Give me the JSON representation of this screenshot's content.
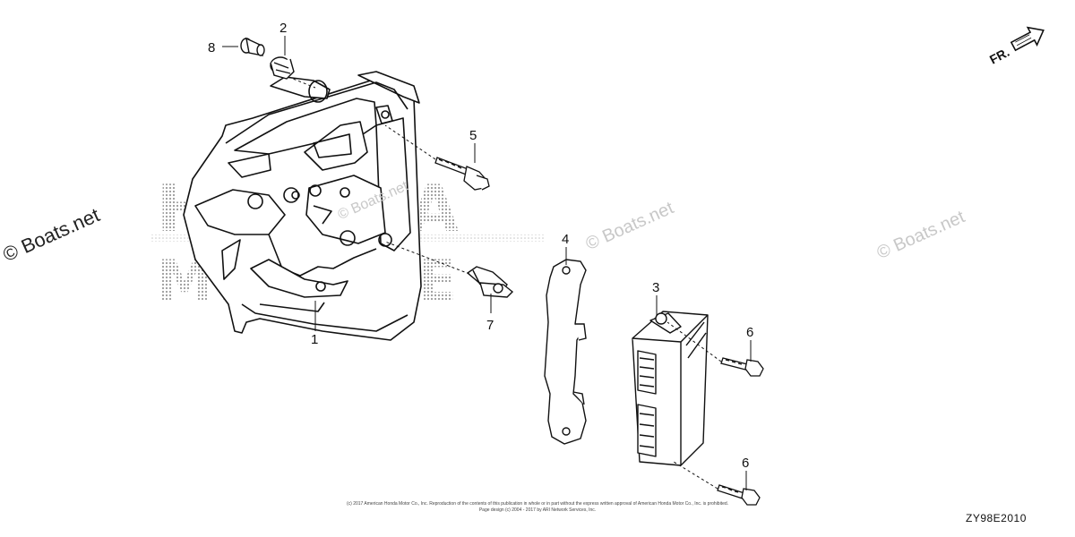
{
  "watermarks": {
    "left": "© Boats.net",
    "center": "© Boats.net",
    "right": "© Boats.net",
    "mid": "© Boats.net"
  },
  "background_logo": {
    "line1": "HONDA",
    "line2": "MARINE"
  },
  "direction_marker": {
    "label": "FR."
  },
  "callouts": {
    "part1": "1",
    "part2": "2",
    "part3": "3",
    "part4": "4",
    "part5": "5",
    "part6a": "6",
    "part6b": "6",
    "part7": "7",
    "part8": "8"
  },
  "footer": {
    "copyright_line1": "(c) 2017 American Honda Motor Co., Inc. Reproduction of the contents of this publication in whole or in part without the express written approval of American Honda Motor Co., Inc. is prohibited.",
    "copyright_line2": "Page design (c) 2004 - 2017 by ARI Network Services, Inc.",
    "diagram_code": "ZY98E2010"
  },
  "colors": {
    "line": "#111111",
    "halftone": "#9a9a9a",
    "watermark": "#c8c8c8"
  }
}
